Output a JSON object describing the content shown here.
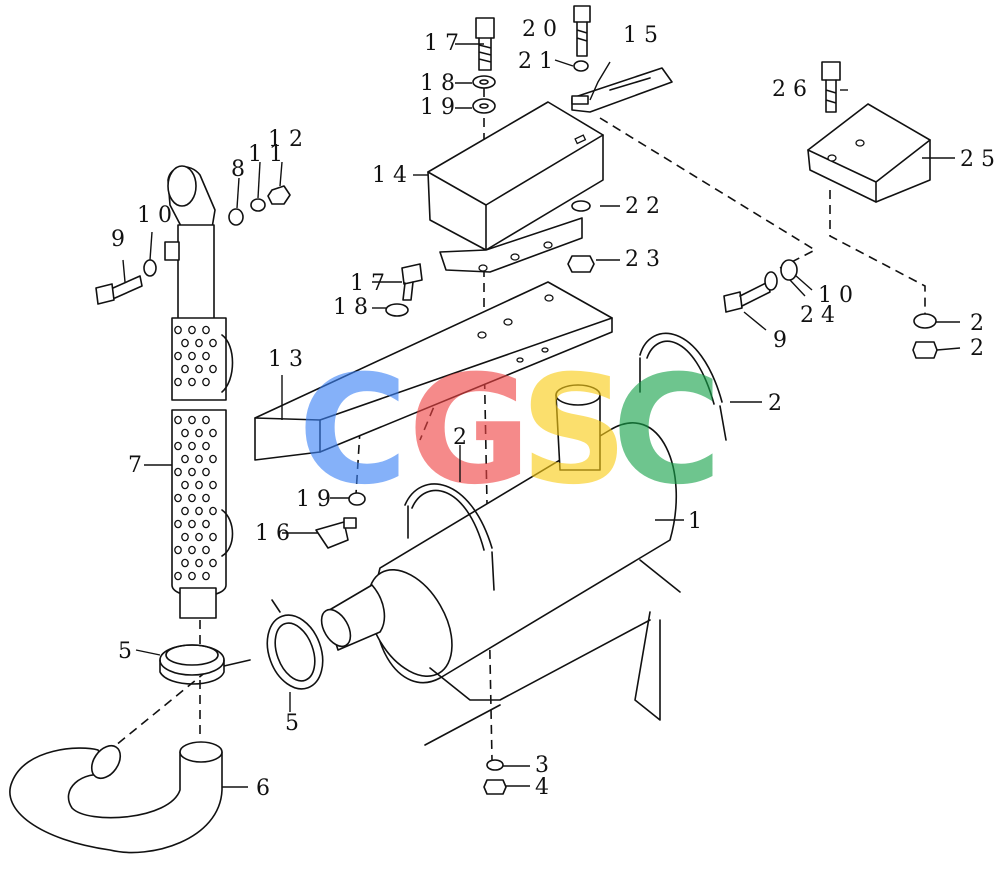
{
  "callouts": [
    {
      "id": "c1",
      "text": "1"
    },
    {
      "id": "c2a",
      "text": "2"
    },
    {
      "id": "c2b",
      "text": "2"
    },
    {
      "id": "c2c",
      "text": "2"
    },
    {
      "id": "c2d",
      "text": "2"
    },
    {
      "id": "c3",
      "text": "3"
    },
    {
      "id": "c4",
      "text": "4"
    },
    {
      "id": "c5a",
      "text": "5"
    },
    {
      "id": "c5b",
      "text": "5"
    },
    {
      "id": "c6",
      "text": "6"
    },
    {
      "id": "c7",
      "text": "7"
    },
    {
      "id": "c8",
      "text": "8"
    },
    {
      "id": "c9a",
      "text": "9"
    },
    {
      "id": "c9b",
      "text": "9"
    },
    {
      "id": "c10a",
      "text": "10"
    },
    {
      "id": "c10b",
      "text": "10"
    },
    {
      "id": "c11",
      "text": "11"
    },
    {
      "id": "c12",
      "text": "12"
    },
    {
      "id": "c13",
      "text": "13"
    },
    {
      "id": "c14",
      "text": "14"
    },
    {
      "id": "c15",
      "text": "15"
    },
    {
      "id": "c16",
      "text": "16"
    },
    {
      "id": "c17a",
      "text": "17"
    },
    {
      "id": "c17b",
      "text": "17"
    },
    {
      "id": "c18a",
      "text": "18"
    },
    {
      "id": "c18b",
      "text": "18"
    },
    {
      "id": "c19a",
      "text": "19"
    },
    {
      "id": "c19b",
      "text": "19"
    },
    {
      "id": "c20",
      "text": "20"
    },
    {
      "id": "c21",
      "text": "21"
    },
    {
      "id": "c22",
      "text": "22"
    },
    {
      "id": "c23",
      "text": "23"
    },
    {
      "id": "c24",
      "text": "24"
    },
    {
      "id": "c25",
      "text": "25"
    },
    {
      "id": "c26",
      "text": "26"
    }
  ],
  "watermark": {
    "letters": [
      {
        "text": "C",
        "color": "#3b82f6"
      },
      {
        "text": "G",
        "color": "#ef4444"
      },
      {
        "text": "S",
        "color": "#facc15"
      },
      {
        "text": "C",
        "color": "#16a34a"
      }
    ]
  }
}
